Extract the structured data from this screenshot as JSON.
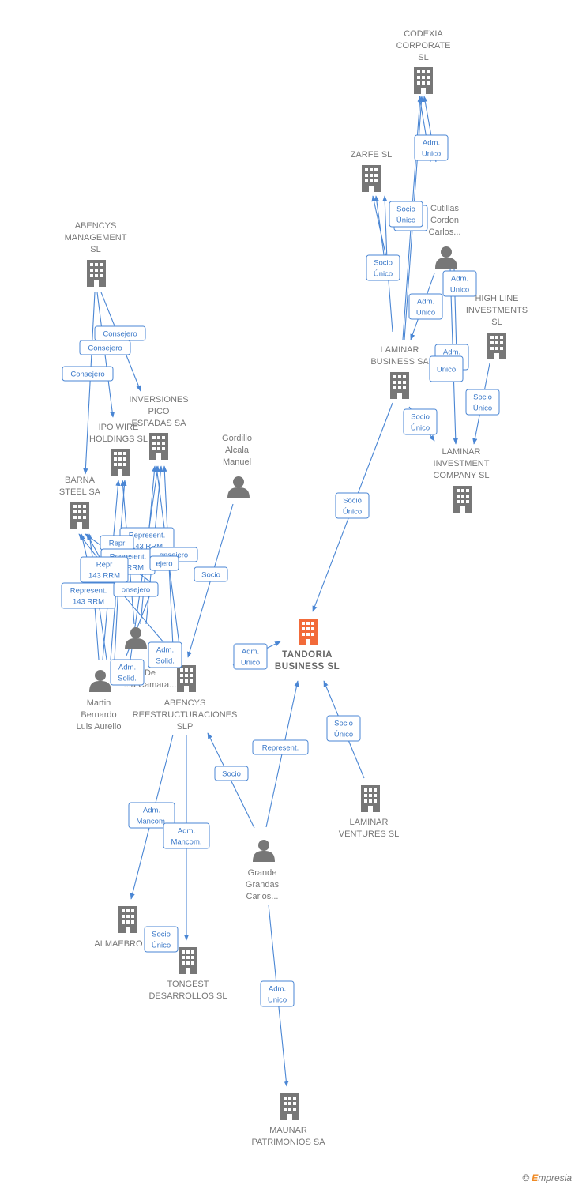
{
  "nodes": [
    {
      "id": "codexia",
      "type": "company",
      "label": [
        "CODEXIA",
        "CORPORATE",
        "SL"
      ]
    },
    {
      "id": "zarfe",
      "type": "company",
      "label": [
        "ZARFE SL"
      ]
    },
    {
      "id": "cutillas",
      "type": "person",
      "label": [
        "Cutillas",
        "Cordon",
        "Carlos..."
      ]
    },
    {
      "id": "highline",
      "type": "company",
      "label": [
        "HIGH LINE",
        "INVESTMENTS",
        "SL"
      ]
    },
    {
      "id": "laminar_bus",
      "type": "company",
      "label": [
        "LAMINAR",
        "BUSINESS SA"
      ]
    },
    {
      "id": "laminar_inv",
      "type": "company",
      "label": [
        "LAMINAR",
        "INVESTMENT",
        "COMPANY  SL"
      ]
    },
    {
      "id": "abencys_mgmt",
      "type": "company",
      "label": [
        "ABENCYS",
        "MANAGEMENT",
        "SL"
      ]
    },
    {
      "id": "inversiones",
      "type": "company",
      "label": [
        "INVERSIONES",
        "PICO",
        "ESPADAS SA"
      ]
    },
    {
      "id": "ipo",
      "type": "company",
      "label": [
        "IPO WIRE",
        "HOLDINGS SL"
      ]
    },
    {
      "id": "barna",
      "type": "company",
      "label": [
        "BARNA",
        "STEEL SA"
      ]
    },
    {
      "id": "gordillo",
      "type": "person",
      "label": [
        "Gordillo",
        "Alcala",
        "Manuel"
      ]
    },
    {
      "id": "tandoria",
      "type": "main",
      "label": [
        "TANDORIA",
        "BUSINESS  SL"
      ]
    },
    {
      "id": "pdecamara",
      "type": "person",
      "label": [
        "De",
        "...a Camara..."
      ]
    },
    {
      "id": "martin",
      "type": "person",
      "label": [
        "Martin",
        "Bernardo",
        "Luis Aurelio"
      ]
    },
    {
      "id": "abencys_re",
      "type": "company",
      "label": [
        "ABENCYS",
        "REESTRUCTURACIONES",
        "SLP"
      ]
    },
    {
      "id": "laminar_ven",
      "type": "company",
      "label": [
        "LAMINAR",
        "VENTURES  SL"
      ]
    },
    {
      "id": "grande",
      "type": "person",
      "label": [
        "Grande",
        "Grandas",
        "Carlos..."
      ]
    },
    {
      "id": "almaebro",
      "type": "company",
      "label": [
        "ALMAEBRO"
      ]
    },
    {
      "id": "tongest",
      "type": "company",
      "label": [
        "TONGEST",
        "DESARROLLOS SL"
      ]
    },
    {
      "id": "maunar",
      "type": "company",
      "label": [
        "MAUNAR",
        "PATRIMONIOS SA"
      ]
    }
  ],
  "edge_labels": [
    {
      "id": "e1",
      "text": [
        "Adm.",
        "Unico"
      ]
    },
    {
      "id": "e2",
      "text": [
        "Socio",
        "Único"
      ]
    },
    {
      "id": "e3",
      "text": [
        "Socio",
        "Único"
      ]
    },
    {
      "id": "e4",
      "text": [
        "Socio",
        "Único"
      ]
    },
    {
      "id": "e5",
      "text": [
        "Adm.",
        "Unico"
      ]
    },
    {
      "id": "e6",
      "text": [
        "Adm.",
        "Unico"
      ]
    },
    {
      "id": "e7",
      "text": [
        "Adm.",
        "Unico"
      ]
    },
    {
      "id": "e8",
      "text": [
        "Unico"
      ]
    },
    {
      "id": "e9",
      "text": [
        "Socio",
        "Único"
      ]
    },
    {
      "id": "e10",
      "text": [
        "Socio",
        "Único"
      ]
    },
    {
      "id": "e11",
      "text": [
        "Socio",
        "Único"
      ]
    },
    {
      "id": "e12",
      "text": [
        "Consejero"
      ]
    },
    {
      "id": "e13",
      "text": [
        "Consejero"
      ]
    },
    {
      "id": "e14",
      "text": [
        "Consejero"
      ]
    },
    {
      "id": "e15",
      "text": [
        "Represent.",
        "143 RRM"
      ]
    },
    {
      "id": "e16",
      "text": [
        "Repr"
      ]
    },
    {
      "id": "e17",
      "text": [
        "Represent.",
        "143 RRM"
      ]
    },
    {
      "id": "e18",
      "text": [
        "onsejero"
      ]
    },
    {
      "id": "e19",
      "text": [
        "Repr",
        "143 RRM"
      ]
    },
    {
      "id": "e20",
      "text": [
        "ejero"
      ]
    },
    {
      "id": "e21",
      "text": [
        "Represent.",
        "143 RRM"
      ]
    },
    {
      "id": "e22",
      "text": [
        "onsejero"
      ]
    },
    {
      "id": "e23",
      "text": [
        "Socio"
      ]
    },
    {
      "id": "e24",
      "text": [
        "Adm.",
        "Solid."
      ]
    },
    {
      "id": "e25",
      "text": [
        "Adm.",
        "Solid."
      ]
    },
    {
      "id": "e26",
      "text": [
        "Adm.",
        "Unico"
      ]
    },
    {
      "id": "e27",
      "text": [
        "Represent."
      ]
    },
    {
      "id": "e28",
      "text": [
        "Socio",
        "Único"
      ]
    },
    {
      "id": "e29",
      "text": [
        "Socio"
      ]
    },
    {
      "id": "e30",
      "text": [
        "Adm.",
        "Mancom."
      ]
    },
    {
      "id": "e31",
      "text": [
        "Adm.",
        "Mancom."
      ]
    },
    {
      "id": "e32",
      "text": [
        "Socio",
        "Único"
      ]
    },
    {
      "id": "e33",
      "text": [
        "Adm.",
        "Unico"
      ]
    }
  ],
  "colors": {
    "edge": "#4a86d4",
    "company": "#777777",
    "main": "#f26b3a"
  },
  "brand": {
    "copyright": "©",
    "e": "E",
    "name": "mpresia"
  }
}
